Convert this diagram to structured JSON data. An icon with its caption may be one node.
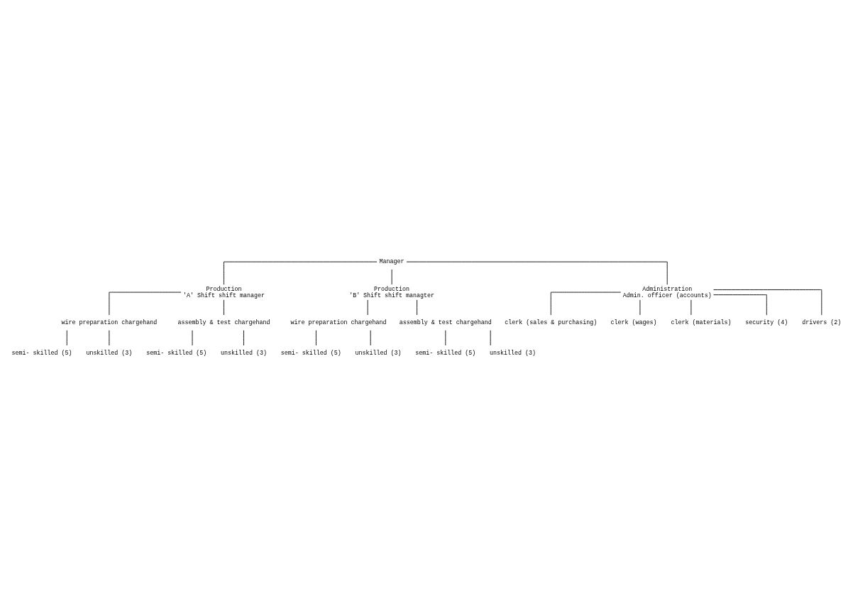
{
  "diagram": {
    "nodes": [
      {
        "text": [
          "Manager"
        ]
      },
      {
        "text": [
          "Production",
          "'A' Shift shift manager"
        ]
      },
      {
        "text": [
          "Production",
          "'B' Shift shift managter"
        ]
      },
      {
        "text": [
          "Administration",
          "Admin. officer (accounts)"
        ]
      },
      {
        "text": [
          "wire preparation chargehand"
        ]
      },
      {
        "text": [
          "assembly & test chargehand"
        ]
      },
      {
        "text": [
          "wire preparation chargehand"
        ]
      },
      {
        "text": [
          "assembly & test chargehand"
        ]
      },
      {
        "text": [
          "semi- skilled (5)"
        ]
      },
      {
        "text": [
          "unskilled (3)"
        ]
      },
      {
        "text": [
          "semi- skilled (5)"
        ]
      },
      {
        "text": [
          "unskilled (3)"
        ]
      },
      {
        "text": [
          "semi- skilled (5)"
        ]
      },
      {
        "text": [
          "unskilled (3)"
        ]
      },
      {
        "text": [
          "semi- skilled (5)"
        ]
      },
      {
        "text": [
          "unskilled (3)"
        ]
      },
      {
        "text": [
          "clerk (sales & purchasing)"
        ]
      },
      {
        "text": [
          "clerk (wages)"
        ]
      },
      {
        "text": [
          "clerk (materials)"
        ]
      },
      {
        "text": [
          "security (4)"
        ]
      },
      {
        "text": [
          "drivers (2)"
        ]
      }
    ],
    "edges": [
      {
        "from": 0,
        "to": 1,
        "arrow": "none"
      },
      {
        "from": 0,
        "to": 2,
        "arrow": "none"
      },
      {
        "from": 0,
        "to": 3,
        "arrow": "none"
      },
      {
        "from": 1,
        "to": 4,
        "arrow": "none"
      },
      {
        "from": 1,
        "to": 5,
        "arrow": "none"
      },
      {
        "from": 2,
        "to": 6,
        "arrow": "none"
      },
      {
        "from": 2,
        "to": 7,
        "arrow": "none"
      },
      {
        "from": 4,
        "to": 8,
        "arrow": "none"
      },
      {
        "from": 4,
        "to": 9,
        "arrow": "none"
      },
      {
        "from": 5,
        "to": 10,
        "arrow": "none"
      },
      {
        "from": 5,
        "to": 11,
        "arrow": "none"
      },
      {
        "from": 6,
        "to": 12,
        "arrow": "none"
      },
      {
        "from": 6,
        "to": 13,
        "arrow": "none"
      },
      {
        "from": 7,
        "to": 14,
        "arrow": "none"
      },
      {
        "from": 7,
        "to": 15,
        "arrow": "none"
      },
      {
        "from": 3,
        "to": 16,
        "arrow": "none"
      },
      {
        "from": 3,
        "to": 17,
        "arrow": "none"
      },
      {
        "from": 3,
        "to": 18,
        "arrow": "none"
      },
      {
        "from": 3,
        "to": 19,
        "arrow": "none"
      },
      {
        "from": 3,
        "to": 20,
        "arrow": "none"
      }
    ]
  }
}
